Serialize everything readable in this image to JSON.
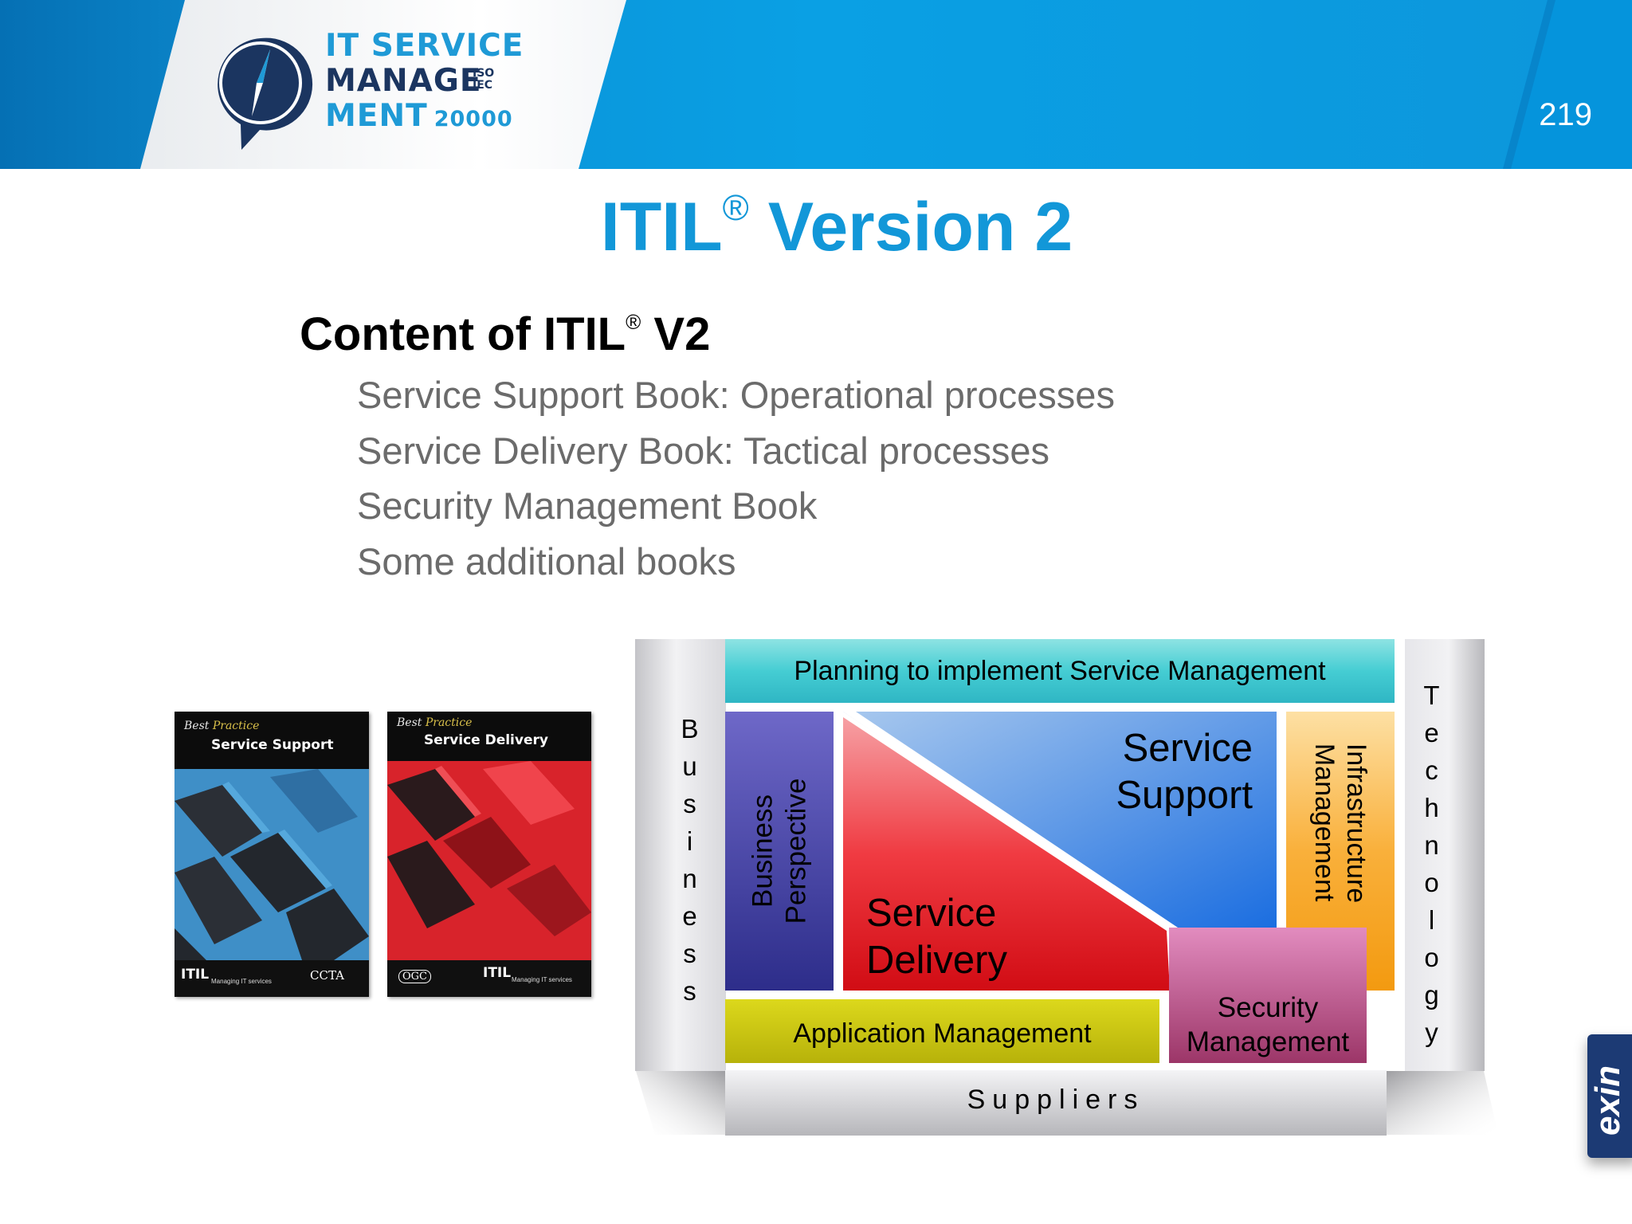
{
  "header": {
    "logo": {
      "line1": "IT SERVICE",
      "line2": "MANAGE",
      "line3": "MENT",
      "standard_top": "ISO",
      "standard_bottom": "IEC",
      "standard_number": "20000"
    },
    "page_number": "219"
  },
  "slide": {
    "title": "ITIL",
    "title_mark": "®",
    "title_rest": " Version 2",
    "subtitle": "Content of ITIL",
    "subtitle_mark": "®",
    "subtitle_rest": " V2",
    "bullets": [
      "Service Support Book: Operational processes",
      "Service Delivery Book: Tactical processes",
      "Security Management Book",
      "Some additional books"
    ]
  },
  "books": [
    {
      "series_a": "Best",
      "series_b": "Practice",
      "name": "Service Support",
      "brand": "ITIL",
      "tagline": "Managing IT services",
      "publisher": "CCTA",
      "color": "#3f8fc7"
    },
    {
      "series_a": "Best",
      "series_b": "Practice",
      "name": "Service Delivery",
      "brand": "ITIL",
      "tagline": "Managing IT services",
      "publisher": "OGC",
      "color": "#d8232b"
    }
  ],
  "diagram": {
    "planning": "Planning to implement Service Management",
    "business_side": "Business",
    "technology_side": "Technology",
    "business_perspective": [
      "Business",
      "Perspective"
    ],
    "service_support": [
      "Service",
      "Support"
    ],
    "service_delivery": [
      "Service",
      "Delivery"
    ],
    "infrastructure": [
      "Infrastructure",
      "Management"
    ],
    "security": [
      "Security",
      "Management"
    ],
    "application": "Application Management",
    "suppliers": "Suppliers",
    "colors": {
      "planning": "#3cc8cf",
      "business_perspective": "#3b3b98",
      "service_support": "#2a7ae0",
      "service_delivery": "#e0141c",
      "infrastructure": "#f7a320",
      "security": "#b0457e",
      "application": "#c7c20e"
    }
  },
  "footer": {
    "brand": "exin"
  }
}
